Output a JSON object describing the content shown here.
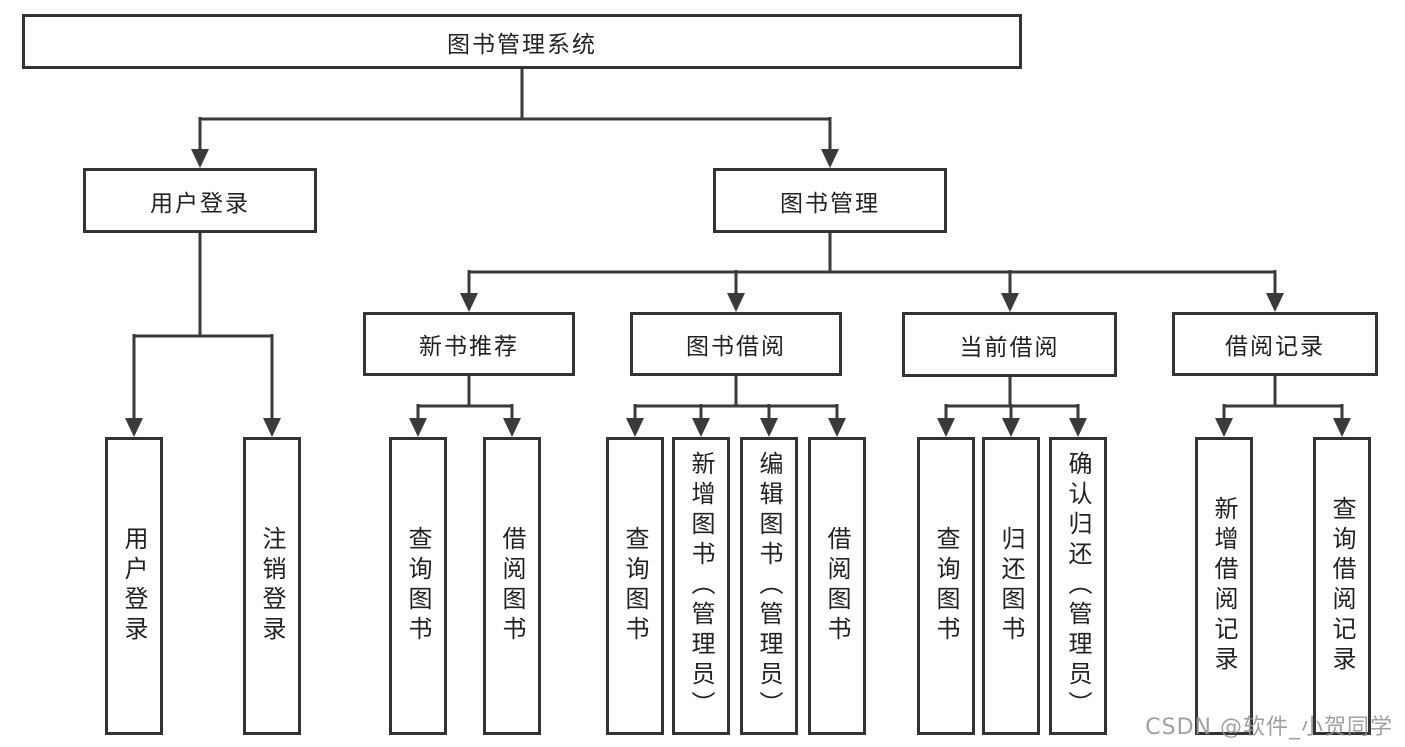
{
  "diagram": {
    "root": "图书管理系统",
    "user_login": "用户登录",
    "book_mgmt": "图书管理",
    "user_login_children": [
      "用户登录",
      "注销登录"
    ],
    "book_mgmt_children": [
      "新书推荐",
      "图书借阅",
      "当前借阅",
      "借阅记录"
    ],
    "new_book_children": [
      "查询图书",
      "借阅图书"
    ],
    "borrow_children": [
      "查询图书",
      "新增图书（管理员）",
      "编辑图书（管理员）",
      "借阅图书"
    ],
    "current_children": [
      "查询图书",
      "归还图书",
      "确认归还（管理员）"
    ],
    "record_children": [
      "新增借阅记录",
      "查询借阅记录"
    ]
  },
  "watermark": "CSDN @软件_小贺同学",
  "colors": {
    "line": "#3a3a3a",
    "border": "#333333",
    "text": "#222222",
    "watermark": "#969696",
    "background": "#ffffff"
  }
}
